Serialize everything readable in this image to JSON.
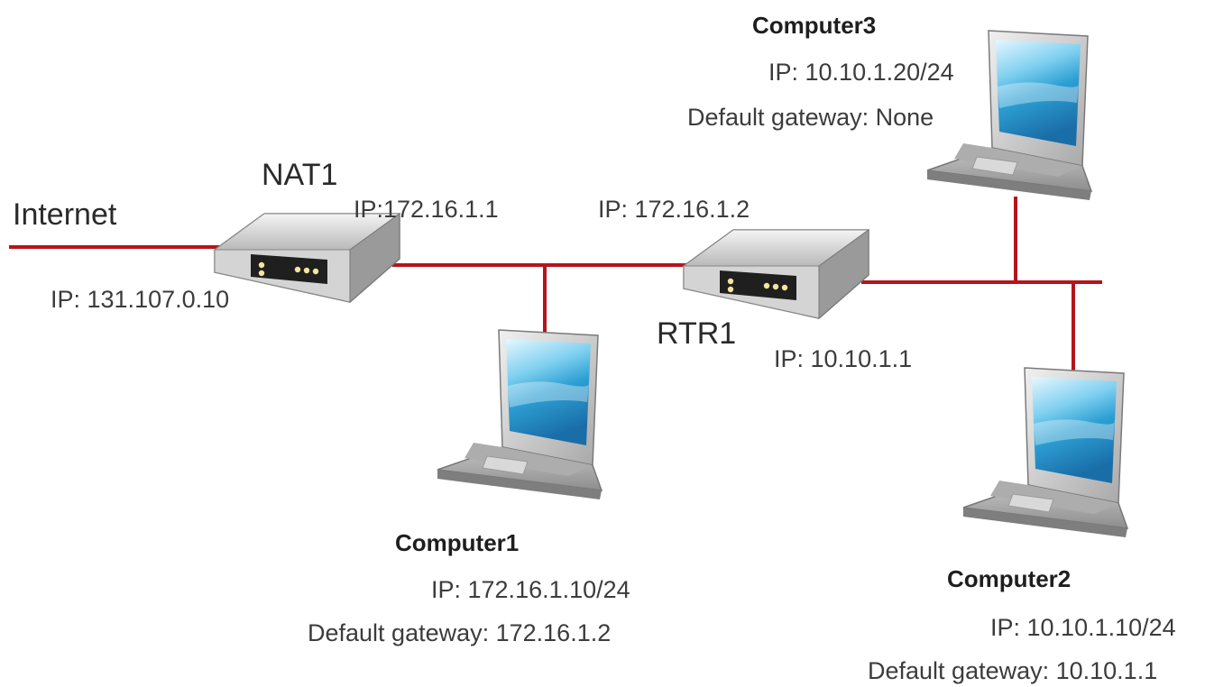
{
  "colors": {
    "link": "#b5141c",
    "screen_top": "#c8ecfb",
    "screen_mid": "#3aaad8",
    "screen_low": "#1e7fb8",
    "device_body": "#c9c9c9",
    "device_panel": "#1f1f1f",
    "device_led": "#f2e6a0"
  },
  "icons": {
    "router": "router-icon",
    "laptop": "laptop-icon"
  },
  "internet": {
    "label": "Internet",
    "ip": "IP: 131.107.0.10"
  },
  "nat1": {
    "name": "NAT1",
    "ip": "IP:172.16.1.1"
  },
  "rtr1": {
    "name": "RTR1",
    "ip_left": "IP: 172.16.1.2",
    "ip_right": "IP: 10.10.1.1"
  },
  "computer1": {
    "name": "Computer1",
    "ip": "IP: 172.16.1.10/24",
    "gateway": "Default gateway: 172.16.1.2"
  },
  "computer2": {
    "name": "Computer2",
    "ip": "IP: 10.10.1.10/24",
    "gateway": "Default gateway: 10.10.1.1"
  },
  "computer3": {
    "name": "Computer3",
    "ip": "IP: 10.10.1.20/24",
    "gateway": "Default gateway: None"
  }
}
